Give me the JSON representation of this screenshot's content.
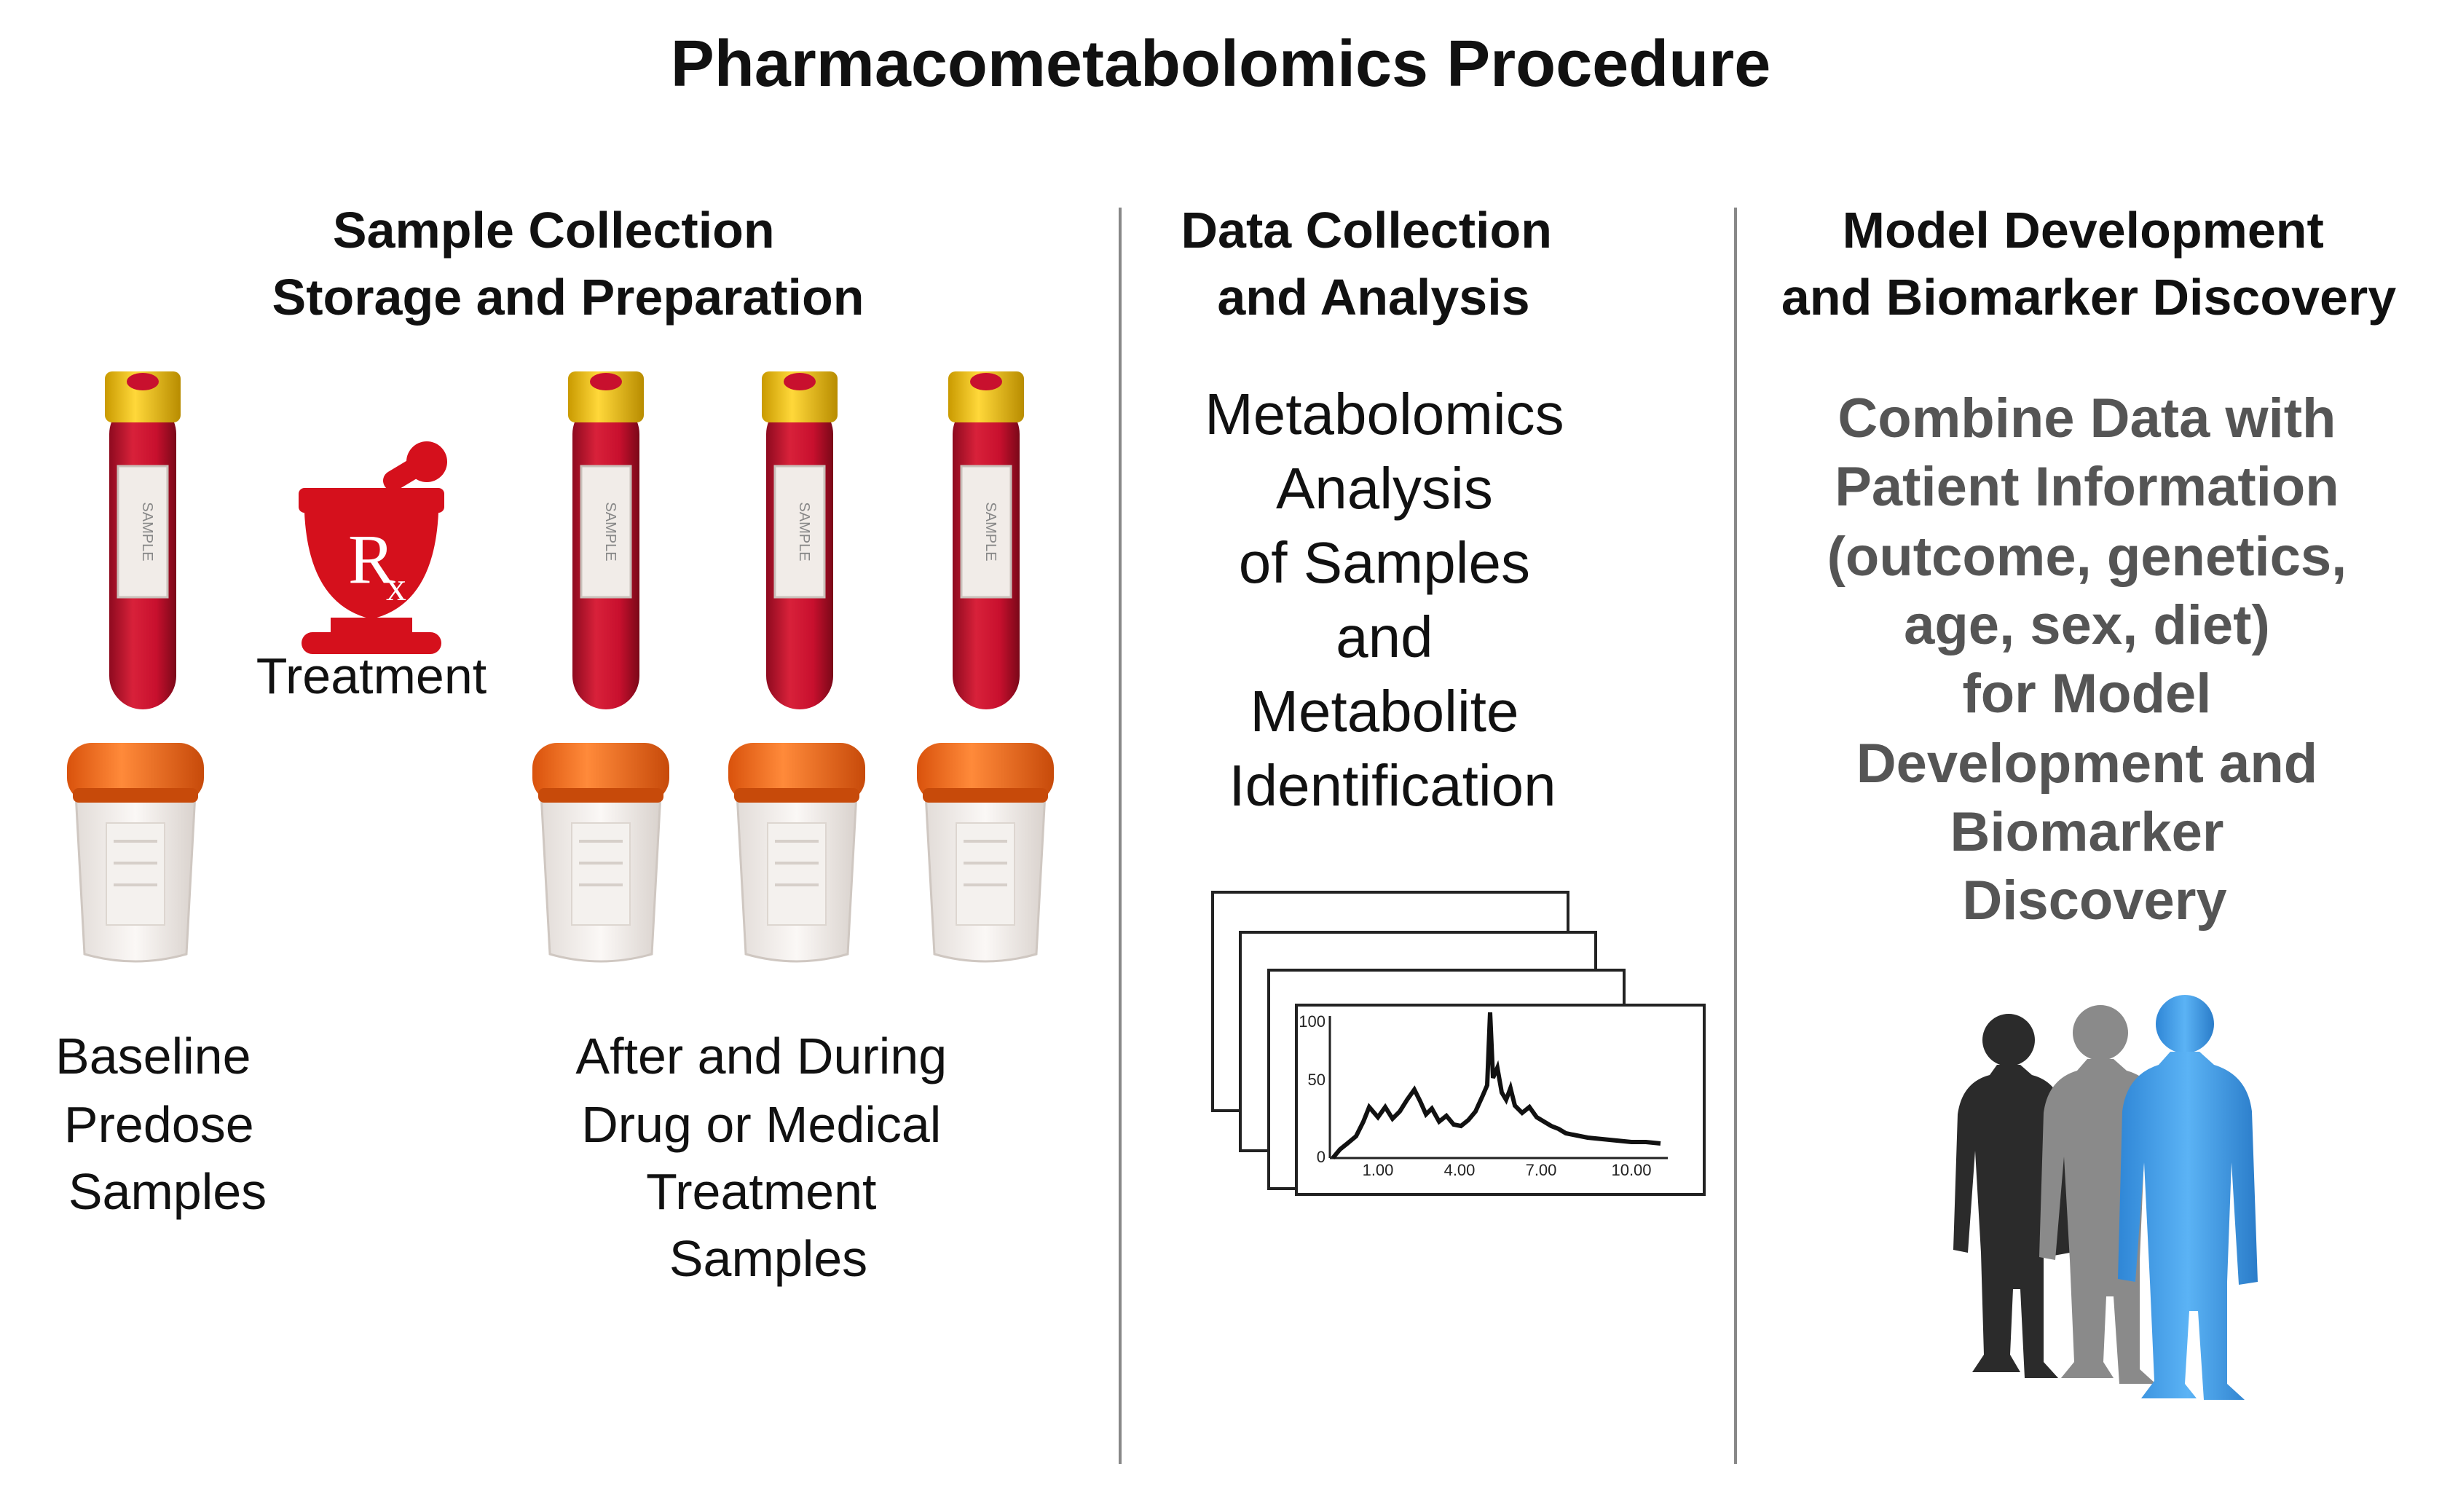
{
  "title": "Pharmacometabolomics Procedure",
  "sections": {
    "sample": {
      "heading": [
        "Sample Collection",
        "Storage and Preparation"
      ],
      "treatment_label": "Treatment",
      "baseline_label": [
        "Baseline",
        "Predose",
        "Samples"
      ],
      "after_label": [
        "After and During",
        "Drug or Medical",
        "Treatment",
        "Samples"
      ],
      "tube_label": "SAMPLE"
    },
    "data": {
      "heading": [
        "Data Collection",
        "and Analysis"
      ],
      "body": [
        "Metabolomics",
        "Analysis",
        "of Samples",
        "and",
        "Metabolite",
        "Identification"
      ],
      "spectrum_ticks_x": [
        "1.00",
        "4.00",
        "7.00",
        "10.00"
      ],
      "spectrum_ticks_y": [
        "100",
        "50",
        "0"
      ]
    },
    "model": {
      "heading": [
        "Model Development",
        "and Biomarker Discovery"
      ],
      "body": [
        "Combine Data with",
        "Patient Information",
        "(outcome, genetics,",
        "age, sex, diet)",
        "for Model",
        "Development and",
        "Biomarker",
        "Discovery"
      ]
    }
  },
  "icons": {
    "rx": "rx-mortar-pestle-icon",
    "tube": "blood-tube-icon",
    "cup": "specimen-cup-icon",
    "spectra": "spectrum-stack-icon",
    "people": "people-silhouettes-icon"
  },
  "colors": {
    "tube_red": "#c8102e",
    "cap_yellow": "#f2c200",
    "cup_lid": "#f26a1b",
    "rx_red": "#d5101c",
    "person_dark": "#2b2b2b",
    "person_grey": "#8a8a8a",
    "person_blue": "#3a9be8",
    "model_text": "#555555"
  }
}
